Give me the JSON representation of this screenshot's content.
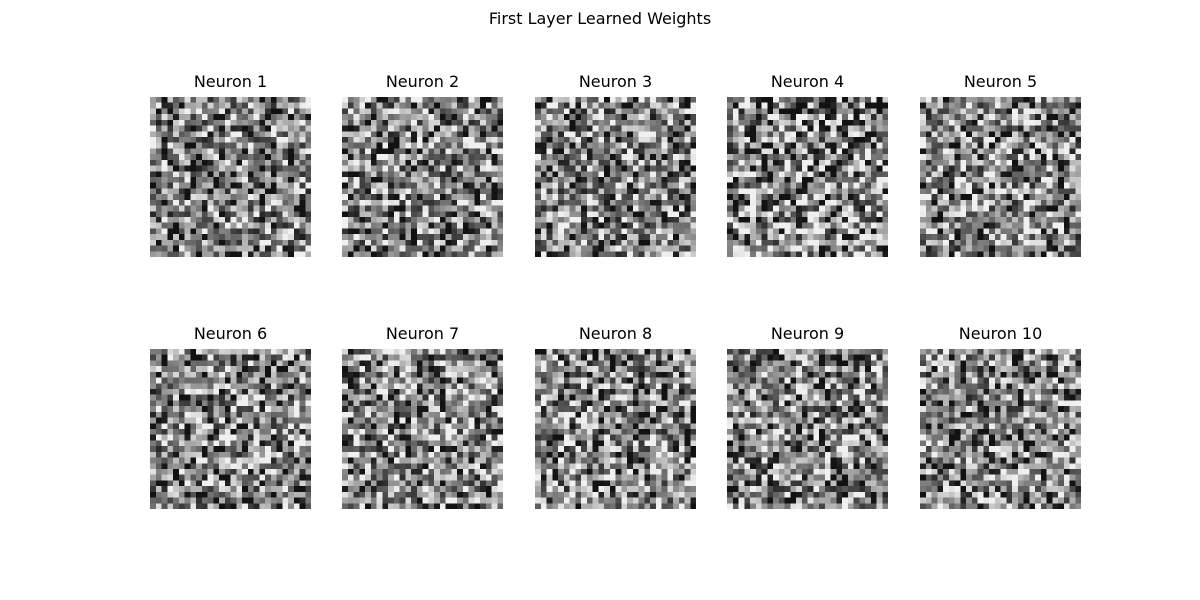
{
  "figure": {
    "title": "First Layer Learned Weights"
  },
  "chart_data": {
    "type": "heatmap",
    "title": "First Layer Learned Weights",
    "colormap": "gray",
    "grid": false,
    "axes_visible": false,
    "rows": 2,
    "cols": 5,
    "image_shape": [
      28,
      28
    ],
    "panels": [
      {
        "title": "Neuron 1"
      },
      {
        "title": "Neuron 2"
      },
      {
        "title": "Neuron 3"
      },
      {
        "title": "Neuron 4"
      },
      {
        "title": "Neuron 5"
      },
      {
        "title": "Neuron 6"
      },
      {
        "title": "Neuron 7"
      },
      {
        "title": "Neuron 8"
      },
      {
        "title": "Neuron 9"
      },
      {
        "title": "Neuron 10"
      }
    ]
  }
}
